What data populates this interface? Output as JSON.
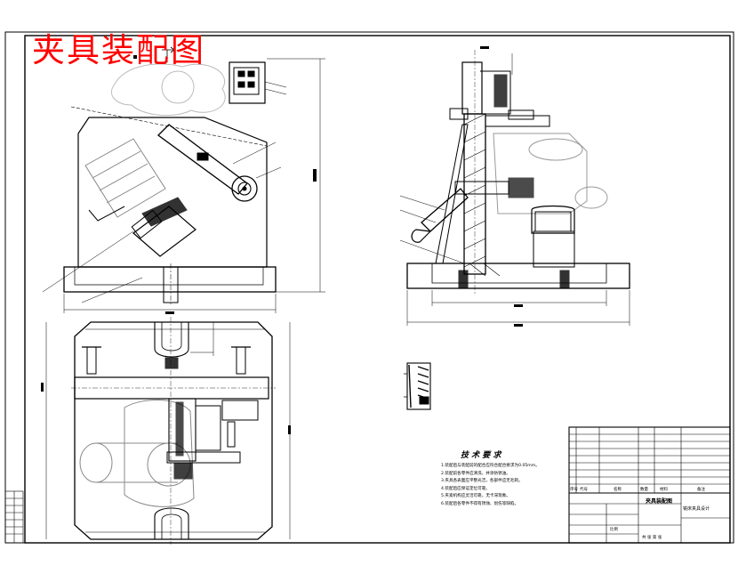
{
  "title": "夹具装配图",
  "technical_requirements": {
    "heading": "技 术 要 求",
    "notes": [
      "1.装配后与装配前的配合应符合配合要求为0.05mm。",
      "2.装配前各零件应清洗，并涂防锈油。",
      "3.夹具各表面应平整光洁，各部件应无毛刺。",
      "4.装配后应保证定位可靠。",
      "5.夹紧机构应灵活可靠，无卡滞现象。",
      "6.装配后各零件不得有锈蚀、划伤等缺陷。"
    ]
  },
  "title_block": {
    "parts_header": [
      "序号",
      "代号",
      "名称",
      "数量",
      "材料",
      "备注"
    ],
    "drawing_name": "夹具装配图",
    "company": "铣床夹具设计",
    "scale_label": "比例",
    "sheet_label": "共 张 第 张"
  },
  "colors": {
    "title": "#ff0000",
    "lines": "#000000",
    "background": "#ffffff"
  }
}
